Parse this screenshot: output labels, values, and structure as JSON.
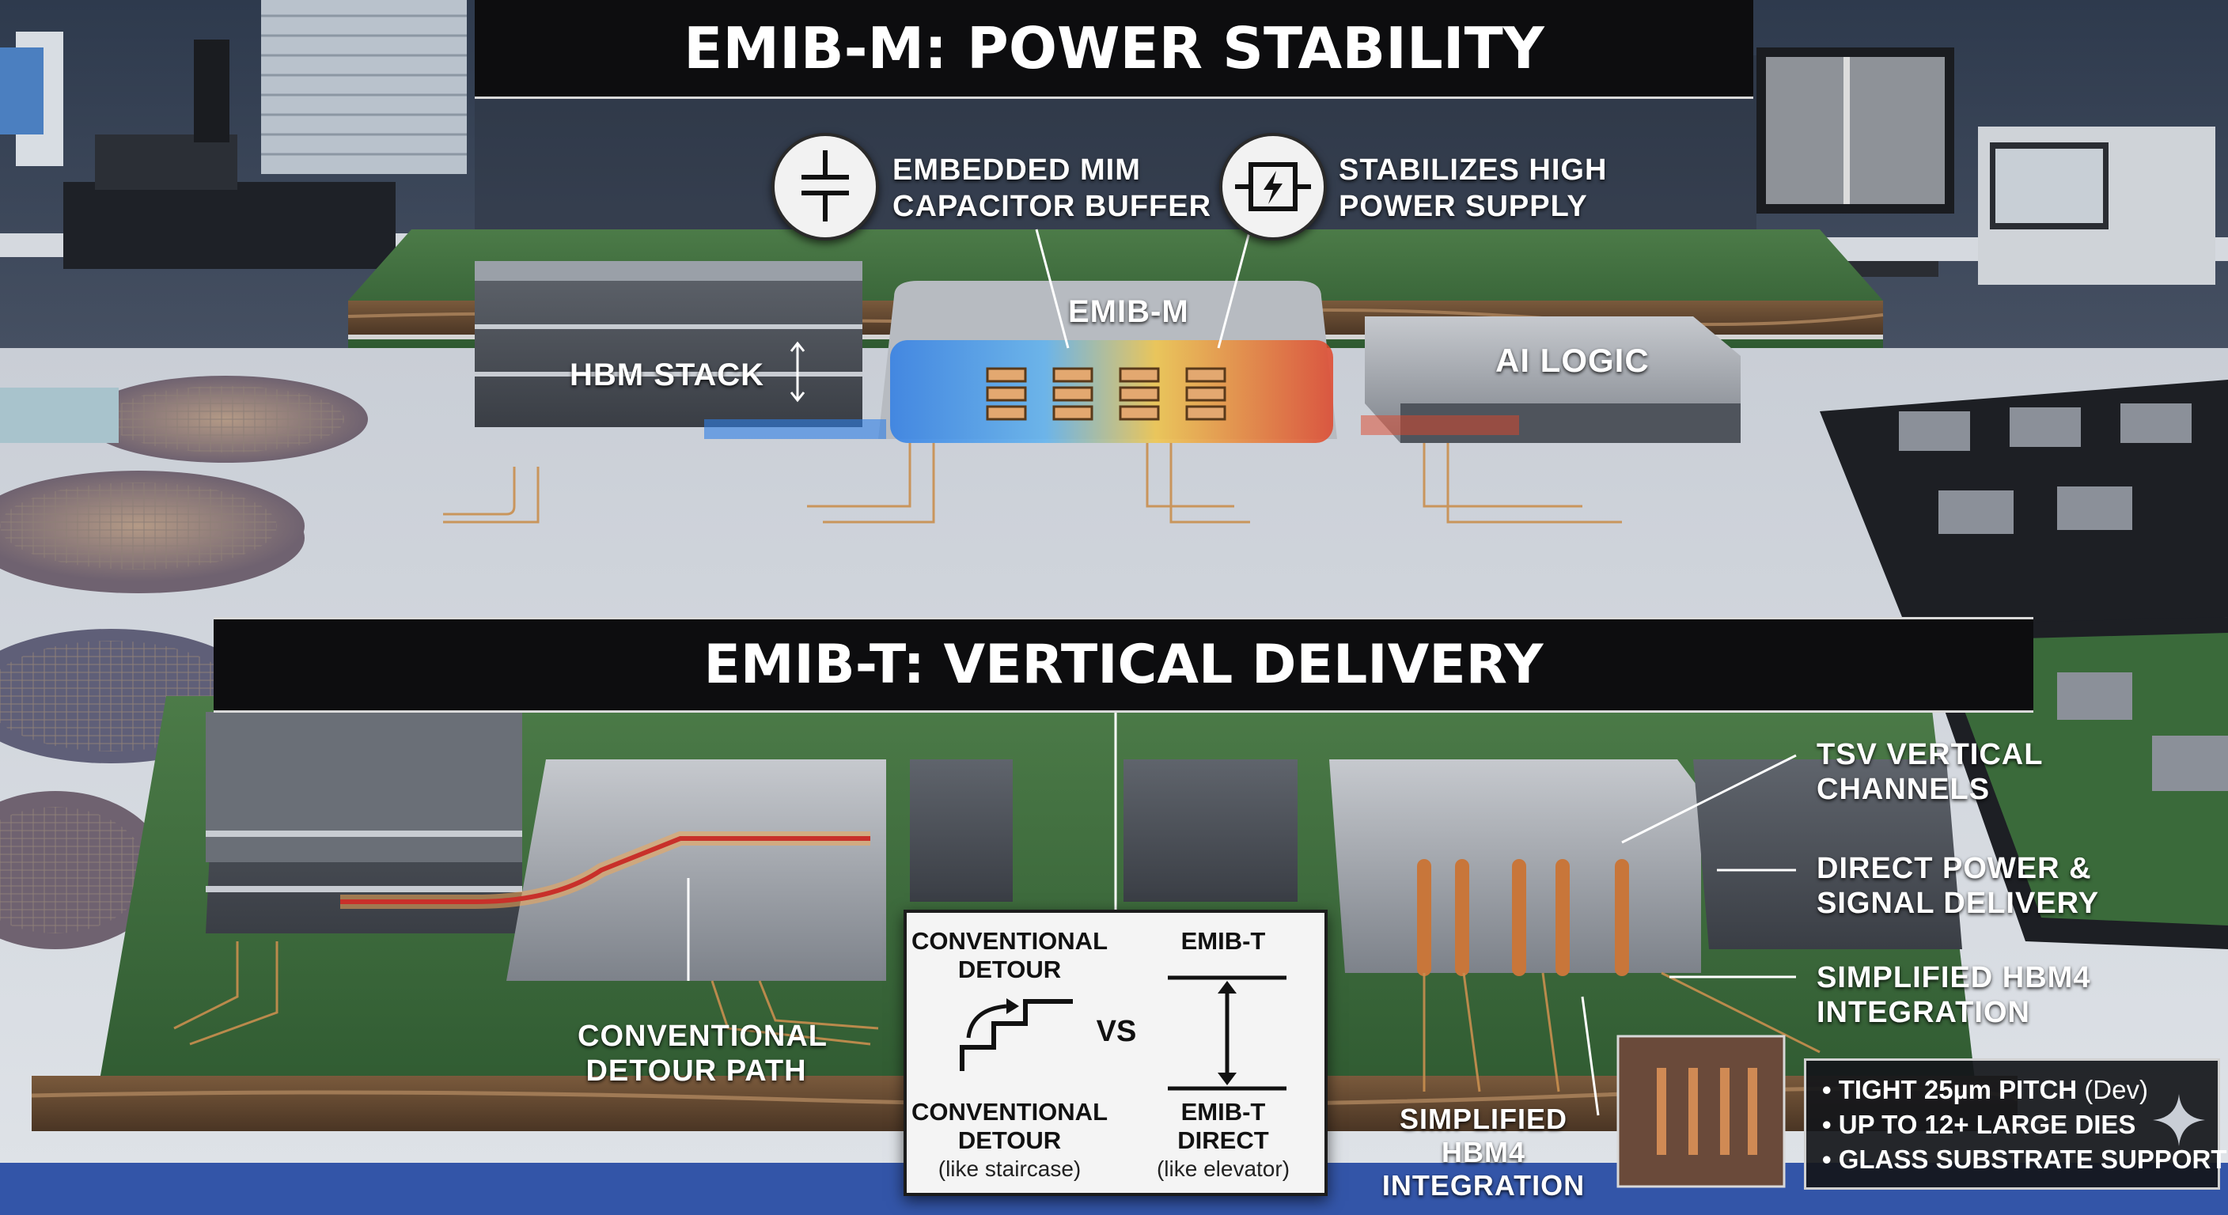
{
  "top_section": {
    "title": "EMIB-M: POWER STABILITY",
    "callouts": {
      "mim_label_line1": "EMBEDDED MIM",
      "mim_label_line2": "CAPACITOR BUFFER",
      "stabilize_label_line1": "STABILIZES HIGH",
      "stabilize_label_line2": "POWER SUPPLY"
    },
    "bridge_label": "EMIB-M",
    "hbm_label": "HBM STACK",
    "logic_label": "AI LOGIC"
  },
  "bottom_section": {
    "title": "EMIB-T: VERTICAL DELIVERY",
    "conventional_path_line1": "CONVENTIONAL",
    "conventional_path_line2": "DETOUR PATH",
    "comparison": {
      "left_top_line1": "CONVENTIONAL",
      "left_top_line2": "DETOUR",
      "vs": "VS",
      "right_top": "EMIB-T",
      "left_bottom_line1": "CONVENTIONAL",
      "left_bottom_line2": "DETOUR",
      "left_bottom_sub": "(like staircase)",
      "right_bottom_line1": "EMIB-T",
      "right_bottom_line2": "DIRECT",
      "right_bottom_sub": "(like elevator)"
    },
    "annotations": {
      "tsv_line1": "TSV VERTICAL",
      "tsv_line2": "CHANNELS",
      "direct_line1": "DIRECT POWER &",
      "direct_line2": "SIGNAL DELIVERY",
      "hbm4_right_line1": "SIMPLIFIED HBM4",
      "hbm4_right_line2": "INTEGRATION",
      "hbm4_bottom_line1": "SIMPLIFIED HBM4",
      "hbm4_bottom_line2": "INTEGRATION"
    },
    "specs": {
      "bullet": "•",
      "item1_main": "TIGHT 25µm PITCH",
      "item1_note": "(Dev)",
      "item2": "UP TO 12+ LARGE DIES",
      "item3": "GLASS SUBSTRATE SUPPORT"
    }
  },
  "colors": {
    "substrate_green": "#3f6b3e",
    "trace_copper": "#c98f4f",
    "heat_red": "#e0452a",
    "cool_blue": "#2f7ee6",
    "banner_black": "#0d0d0f"
  },
  "icons": [
    "capacitor-icon",
    "power-stabilizer-icon",
    "staircase-icon",
    "elevator-icon",
    "sparkle-icon"
  ]
}
